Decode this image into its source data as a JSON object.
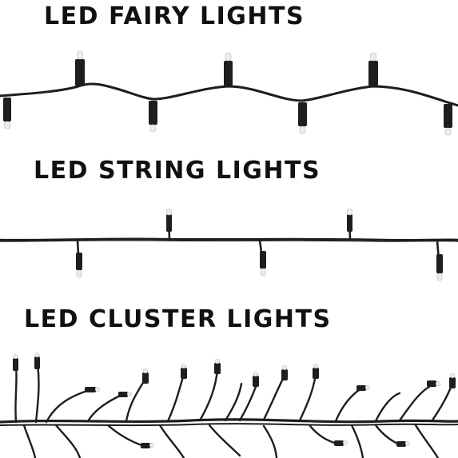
{
  "sections": [
    {
      "id": "fairy",
      "title": "LED FAIRY LIGHTS"
    },
    {
      "id": "string",
      "title": "LED STRING LIGHTS"
    },
    {
      "id": "cluster",
      "title": "LED CLUSTER LIGHTS"
    }
  ],
  "colors": {
    "background": "#ffffff",
    "text": "#111111",
    "wire": "#1c1f1c",
    "bulb_tip": "#ececec"
  }
}
